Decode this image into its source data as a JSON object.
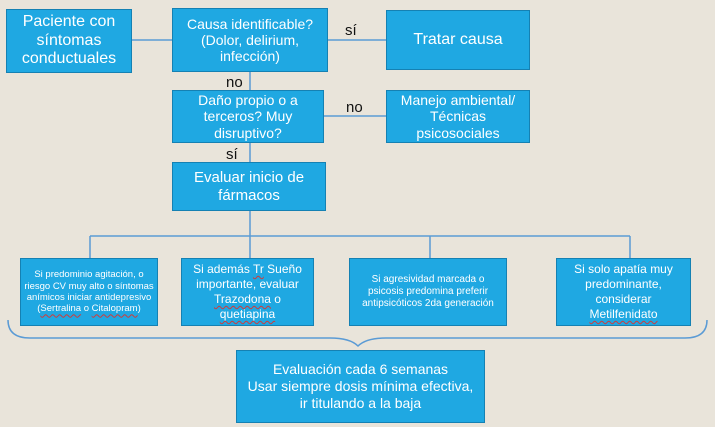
{
  "colors": {
    "box_fill": "#1fa8e2",
    "box_border": "#1581b3",
    "connector": "#5b9bd5",
    "background": "#e9e4da"
  },
  "nodes": {
    "patient": "Paciente con síntomas conductuales",
    "cause": "Causa identificable? (Dolor, delirium, infección)",
    "treat_cause": "Tratar causa",
    "harm": "Daño propio o a terceros? Muy disruptivo?",
    "environmental": "Manejo ambiental/ Técnicas psicosociales",
    "evaluate_drugs": "Evaluar inicio de fármacos",
    "agitation": {
      "pre": "Si predominio agitación, o riesgo CV muy alto o síntomas anímicos iniciar antidepresivo (",
      "drug1": "Sertralina",
      "mid": " o ",
      "drug2": "Citalopram",
      "post": ")"
    },
    "sleep": {
      "pre": "Si además ",
      "abbr": "Tr",
      "mid1": " Sueño importante, evaluar ",
      "drug1": "Trazodona",
      "mid2": " o ",
      "drug2": "quetiapina"
    },
    "aggression": "Si  agresividad marcada o psicosis  predomina preferir antipsicóticos 2da generación",
    "apathy": {
      "pre": "Si solo apatía muy predominante, considerar ",
      "drug": "Metilfenidato"
    },
    "followup": {
      "line1": "Evaluación cada 6 semanas",
      "line2": "Usar siempre dosis mínima efectiva, ir titulando a la baja"
    }
  },
  "edge_labels": {
    "cause_yes": "sí",
    "cause_no": "no",
    "harm_no": "no",
    "harm_yes": "sí"
  }
}
